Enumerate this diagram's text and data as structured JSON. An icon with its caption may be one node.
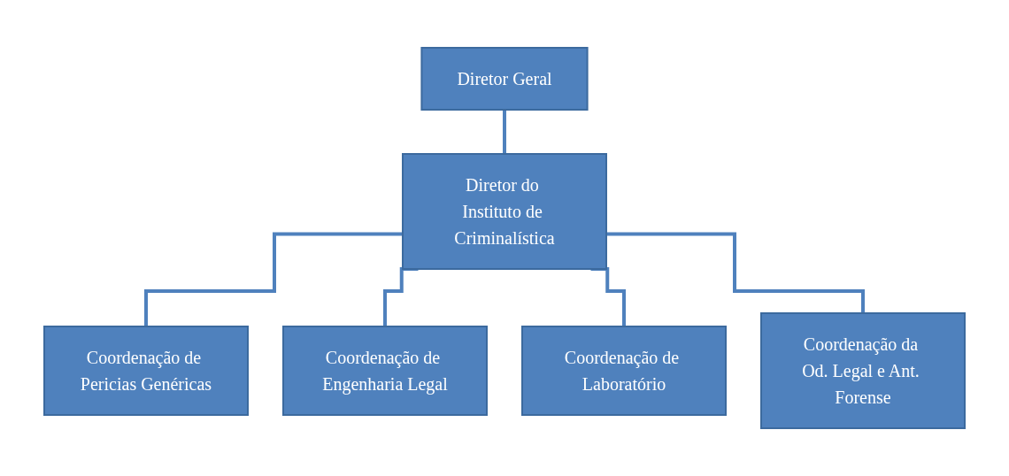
{
  "diagram": {
    "nodes": [
      {
        "text": [
          "Diretor Geral"
        ]
      },
      {
        "text": [
          "Diretor do Instituto de Criminalística"
        ]
      },
      {
        "text": [
          "Coordenação de Pericias Genéricas"
        ]
      },
      {
        "text": [
          "Coordenação de Engenharia Legal"
        ]
      },
      {
        "text": [
          "Coordenação de Laboratório"
        ]
      },
      {
        "text": [
          "Coordenação da Od. Legal e Ant. Forense"
        ]
      }
    ],
    "edges": [
      {
        "from": 0,
        "to": 1,
        "arrow": "none"
      },
      {
        "from": 1,
        "to": 2,
        "arrow": "none"
      },
      {
        "from": 1,
        "to": 3,
        "arrow": "none"
      },
      {
        "from": 1,
        "to": 4,
        "arrow": "none"
      },
      {
        "from": 1,
        "to": 5,
        "arrow": "none"
      }
    ]
  }
}
